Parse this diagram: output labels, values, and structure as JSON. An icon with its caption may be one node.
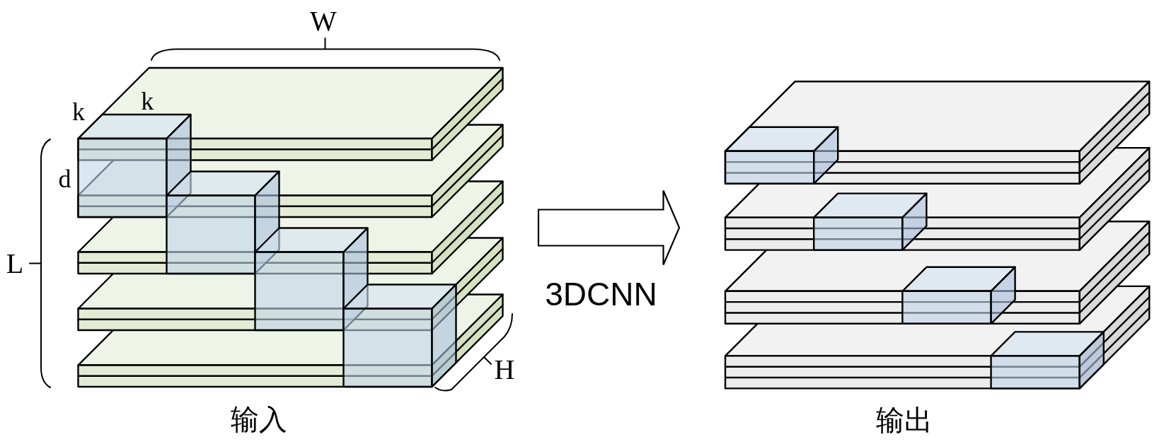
{
  "diagram": {
    "nodes": [
      {
        "text": [],
        "shape": "picture",
        "beside": [
          "输入"
        ]
      },
      {
        "text": [],
        "shape": "picture",
        "beside": [
          "输出"
        ]
      }
    ],
    "edges": [
      {
        "from": 0,
        "to": 1,
        "arrow": "to",
        "label": "3DCNN"
      }
    ],
    "labels": [
      "W",
      "k",
      "k",
      "d",
      "L",
      "H"
    ]
  }
}
